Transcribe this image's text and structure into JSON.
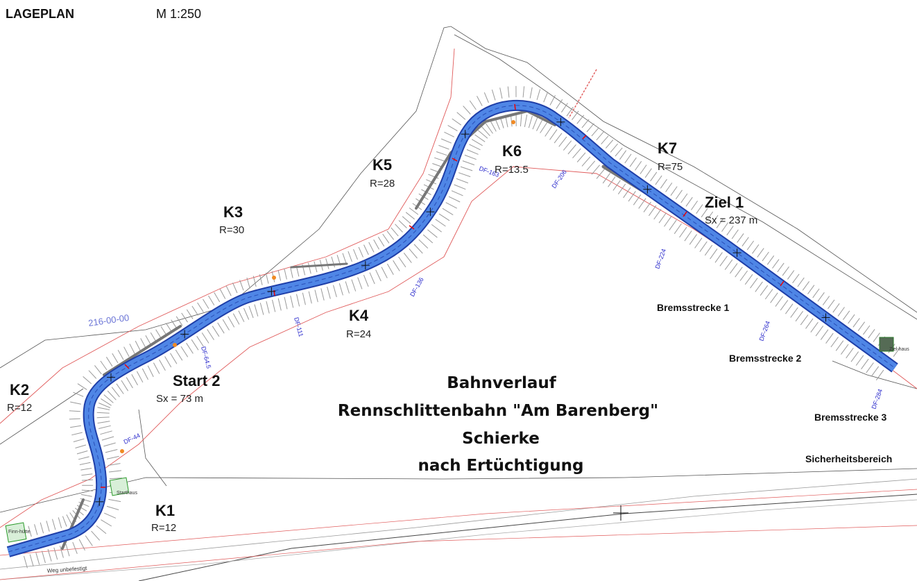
{
  "header": {
    "plan_label": "LAGEPLAN",
    "scale": "M 1:250"
  },
  "title": {
    "lines": [
      "Bahnverlauf",
      "Rennschlittenbahn \"Am Barenberg\"",
      "Schierke",
      "nach Ertüchtigung"
    ]
  },
  "curves": [
    {
      "id": "k1",
      "name": "K1",
      "radius": "R=12"
    },
    {
      "id": "k2",
      "name": "K2",
      "radius": "R=12"
    },
    {
      "id": "k3",
      "name": "K3",
      "radius": "R=30"
    },
    {
      "id": "k4",
      "name": "K4",
      "radius": "R=24"
    },
    {
      "id": "k5",
      "name": "K5",
      "radius": "R=28"
    },
    {
      "id": "k6",
      "name": "K6",
      "radius": "R=13.5"
    },
    {
      "id": "k7",
      "name": "K7",
      "radius": "R=75"
    }
  ],
  "markers": {
    "start2": {
      "name": "Start 2",
      "sx": "Sx = 73 m"
    },
    "ziel1": {
      "name": "Ziel 1",
      "sx": "Sx = 237 m"
    }
  },
  "zones": {
    "brems1": "Bremsstrecke 1",
    "brems2": "Bremsstrecke 2",
    "brems3": "Bremsstrecke 3",
    "safety": "Sicherheitsbereich"
  },
  "station_label": "216-00-00",
  "building_labels": {
    "starthaus": "Starthaus",
    "finnhuette": "Finn-hütte",
    "zielhaus": "Ziel-haus"
  },
  "path_label": "Weg unbefestigt",
  "df_labels": [
    "DF-44",
    "DF-64.5",
    "DF-111",
    "DF-136",
    "DF-163",
    "DF-206",
    "DF-224",
    "DF-264",
    "DF-284"
  ],
  "colors": {
    "track_fill": "#4f86e6",
    "track_edge": "#1f3fa8",
    "boundary": "#e05a5a",
    "grey_line": "#777777",
    "station_text": "#6a74d6"
  }
}
